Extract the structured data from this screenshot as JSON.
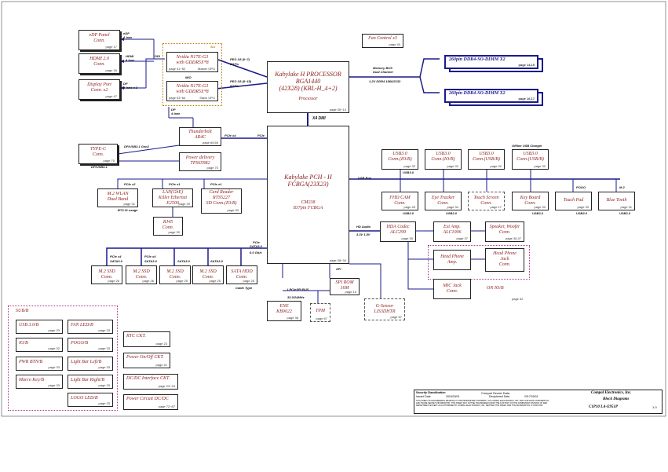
{
  "blocks": {
    "edp": {
      "l1": "eDP Panel",
      "l2": "Conn.",
      "pg": "page 17"
    },
    "hdmi": {
      "l1": "HDMI 2.0",
      "l2": "Conn.",
      "pg": "page 16"
    },
    "dp": {
      "l1": "Display Port",
      "l2": "Conn. x2",
      "pg": "page 47"
    },
    "gpu1": {
      "l1": "Nvidia N17E-G3",
      "l2": "with GDDR5X*8",
      "pg": "page 41~52",
      "tag": "Master GPU"
    },
    "gpu2": {
      "l1": "Nvidia N17E-G3",
      "l2": "with GDDR5X*8",
      "pg": "page 53~64",
      "tag": "Slave GPU"
    },
    "fan": {
      "l1": "Fan Control x3",
      "pg": "page 40"
    },
    "cpu": {
      "l1": "Kabylake H PROCESSOR",
      "l2": "BGA1440",
      "l3": "(42X28)  (KBL-H_4+2)",
      "l4": "Processor",
      "pg": "page 05~13"
    },
    "ddr1": {
      "l1": "260pin DDR4-SO-DIMM X2",
      "pg": "page 14,15"
    },
    "ddr2": {
      "l1": "260pin DDR4-SO-DIMM X2",
      "pg": "page 16,17"
    },
    "tbt": {
      "l1": "Thunderbolt",
      "l2": "AR4C",
      "pg": "page 65,65"
    },
    "typec": {
      "l1": "TYPE-C",
      "l2": "Conn.",
      "pg": "page 70"
    },
    "pd": {
      "l1": "Power delivery",
      "l2": "TPS65982",
      "pg": "page 70"
    },
    "pch": {
      "l1": "Kabylake PCH - H",
      "l2": "FCBGA(23X23)",
      "l3": "CM238",
      "l4": "837pin FCBGA",
      "pg": "page 08~34"
    },
    "usb1": {
      "l1": "USB3.0",
      "l2": "Conn.(IO/B)",
      "pg": "page 32"
    },
    "usb2": {
      "l1": "USB3.0",
      "l2": "Conn.(IO/B)",
      "pg": "page 32"
    },
    "usb3": {
      "l1": "USB3.0",
      "l2": "Conn.(USB/B)",
      "pg": "page 32"
    },
    "usb4": {
      "l1": "USB3.0",
      "l2": "Conn.(USB/B)",
      "pg": "page 32"
    },
    "wlan": {
      "l1": "M.2 WLAN",
      "l2": "Dual Band",
      "pg": "page 31"
    },
    "lan": {
      "l1": "LAN(GbE)",
      "l2": "Killer Ethernet",
      "l3": "E2500",
      "pg": "page 29"
    },
    "card": {
      "l1": "Card Reader",
      "l2": "RTS5227",
      "l3": "SD Conn.(IO/B)",
      "pg": "page 30"
    },
    "rj45": {
      "l1": "RJ45",
      "l2": "Conn.",
      "pg": "page 30"
    },
    "fhd": {
      "l1": "FHD CAM",
      "l2": "Conn.",
      "pg": "page 45"
    },
    "eye": {
      "l1": "Eye Tracker",
      "l2": "Conn.",
      "pg": "page 34"
    },
    "touch": {
      "l1": "Touch Screen",
      "l2": "Conn.",
      "pg": "page 17"
    },
    "kb": {
      "l1": "Key Board",
      "l2": "Conn.",
      "pg": "page 33"
    },
    "tp": {
      "l1": "Touch Pad",
      "pg": "page 33"
    },
    "bt": {
      "l1": "Blue Tooth",
      "pg": "page 31"
    },
    "hda": {
      "l1": "HDA Codec",
      "l2": "ALC299",
      "pg": "page 35"
    },
    "amp": {
      "l1": "Ext Amp.",
      "l2": "ALC1006",
      "pg": "page 37"
    },
    "spk": {
      "l1": "Speaker, Woofer",
      "l2": "Conn.",
      "pg": "page 36,37"
    },
    "hpamp": {
      "l1": "Head Phone",
      "l2": "Amp."
    },
    "hpjack": {
      "l1": "Head Phone",
      "l2": "Jack",
      "l3": "Conn."
    },
    "mic": {
      "l1": "MIC Jack",
      "l2": "Conn."
    },
    "m2a": {
      "l1": "M.2 SSD",
      "l2": "Conn.",
      "pg": "page 26"
    },
    "m2b": {
      "l1": "M.2 SSD",
      "l2": "Conn.",
      "pg": "page 26"
    },
    "m2c": {
      "l1": "M.2 SSD",
      "l2": "Conn.",
      "pg": "page 25"
    },
    "m2d": {
      "l1": "M.2 SSD",
      "l2": "Conn.",
      "pg": "page 25"
    },
    "sata": {
      "l1": "SATA HDD",
      "l2": "Conn.",
      "pg": "page 25"
    },
    "spirom": {
      "l1": "SPI ROM",
      "l2": "16M",
      "pg": "page 10"
    },
    "ene": {
      "l1": "ENE",
      "l2": "KB9022",
      "pg": "page 38"
    },
    "tpm": {
      "l1": "TPM",
      "pg": "page 67"
    },
    "gsensor": {
      "l1": "G-Sensor",
      "l2": "LIS3DHTR",
      "pg": "page 67"
    },
    "rtc": {
      "l1": "RTC CKT.",
      "pg": "page 23"
    },
    "pwronoff": {
      "l1": "Power On/Off CKT.",
      "pg": "page 41"
    },
    "dcdc": {
      "l1": "DC/DC Interface CKT.",
      "pg": "page 23~24"
    },
    "pwrckt": {
      "l1": "Power Circuit DC/DC",
      "pg": "page 72~87"
    }
  },
  "sub": {
    "title": "SUB/B",
    "items": [
      {
        "label": "USB 3.0/B",
        "pg": "page 33"
      },
      {
        "label": "FAN LED/B",
        "pg": "page 33"
      },
      {
        "label": "IO/B",
        "pg": "page 32"
      },
      {
        "label": "POGO/B",
        "pg": "page 33"
      },
      {
        "label": "PWR BTN/B",
        "pg": "page 33"
      },
      {
        "label": "Light Bar Left/B",
        "pg": "page 33"
      },
      {
        "label": "Marco Key/B",
        "pg": "page 33"
      },
      {
        "label": "Light Bar Right/B",
        "pg": "page 33"
      },
      {
        "label": "LOGO LED/B",
        "pg": "page 33"
      }
    ]
  },
  "labels": {
    "sli": "SLI",
    "edp_lane": "eDP",
    "edp_lane2": "4 lane",
    "hdmi_lane": "HDMI",
    "hdmi_lane2": "4 lane",
    "dp_lane": "DP",
    "dp_lane2": "4 lane x 2",
    "ddi": "DDI",
    "mio": "MIO",
    "peg1": "PEG X8 (0~7)",
    "peg1b": "8GT/s",
    "peg2": "PEG X8 (8~15)",
    "peg2b": "8GT/s",
    "mem": "Memory BUS",
    "mem2": "Dual Channel",
    "ddrv": "1.2V DDR4 1866/2133",
    "dp4": "DP",
    "dp4b": "4 lane",
    "x4dmi": "X4 DMI",
    "pcie4": "PCIe x4",
    "pcie": "PCIe",
    "dpusb": "DP/USB3.1 Gen2",
    "dpusb2": "DP/USB3.1",
    "pciex2": "PCIe x2",
    "pciex1a": "PCIe x1",
    "pciex1b": "PCIe x1",
    "bt_usage": "BT2.11 usage",
    "usbbus": "USB Bus",
    "charger": "Offline USB Charger",
    "usb30": "USB3.0",
    "usb20": "USB2.0",
    "pogo": "POGO",
    "m2": "M.2",
    "hdaudio": "HD Audio",
    "hdav": "3.3V 1.8V",
    "pcie_sata": "PCIe",
    "sata30": "SATA3.0",
    "pcie_x4a": "PCIe x4",
    "pcie_x4b": "PCIe x4",
    "sata_a": "SATA3.0",
    "sata_b": "SATA3.0",
    "sata_c": "SATA3.0",
    "sata_d": "SATA3.0",
    "rate": "6.0 Gb/s",
    "cable": "Cable Type",
    "spi": "SPI",
    "lpc": "LPC/eSPI BUS",
    "lpc2": "33.3/24MHz",
    "onio": "ON IO/B",
    "onio_pg": "page 32"
  },
  "titleblock": {
    "sec": "Security Classification",
    "secv": "Compal Secret Data",
    "issued": "Issued Date",
    "issuedv": "2016/03/01",
    "decl": "Deciphered Date",
    "declv": "2017/03/01",
    "company": "Compal Electronics, Inc.",
    "title": "Block Diagrams",
    "doc": "C1P10  LA-E951P",
    "rev": "1.0",
    "notice": "THIS SHEET OF ENGINEERING DRAWING IS THE PROPRIETARY PROPERTY OF COMPAL ELECTRONICS, INC. AND CONTAINS CONFIDENTIAL",
    "notice2": "AND TRADE SECRET INFORMATION. THIS SHEET MAY NOT BE TRANSFERED FROM THE CUSTODY OF THE COMPETENT DIVISION OF R&D",
    "notice3": "DEPARTMENT EXCEPT AS AUTHORIZED BY COMPAL ELECTRONICS, INC. NEITHER THIS SHEET NOR THE INFORMATION IT CONTAINS"
  }
}
